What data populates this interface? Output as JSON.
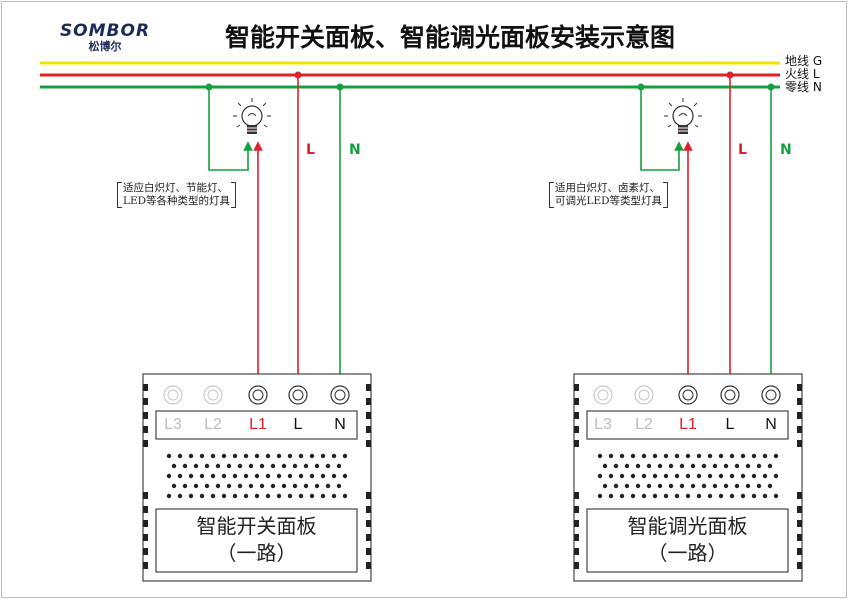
{
  "logo": {
    "brand": "SOMBOR",
    "brand_cn": "松博尔"
  },
  "title": "智能开关面板、智能调光面板安装示意图",
  "wires": {
    "ground_label": "地线 G",
    "live_label": "火线 L",
    "neutral_label": "零线 N",
    "ground_color": "#f0e500",
    "live_color": "#e0202a",
    "neutral_color": "#15a040"
  },
  "left": {
    "l_mark": "L",
    "n_mark": "N",
    "note_line1": "适应白炽灯、节能灯、",
    "note_line2": "LED等各种类型的灯具",
    "terminals": [
      "L3",
      "L2",
      "L1",
      "L",
      "N"
    ],
    "name_line1": "智能开关面板",
    "name_line2": "（一路）"
  },
  "right": {
    "l_mark": "L",
    "n_mark": "N",
    "note_line1": "适用白炽灯、卤素灯、",
    "note_line2": "可调光LED等类型灯具",
    "terminals": [
      "L3",
      "L2",
      "L1",
      "L",
      "N"
    ],
    "name_line1": "智能调光面板",
    "name_line2": "（一路）"
  }
}
